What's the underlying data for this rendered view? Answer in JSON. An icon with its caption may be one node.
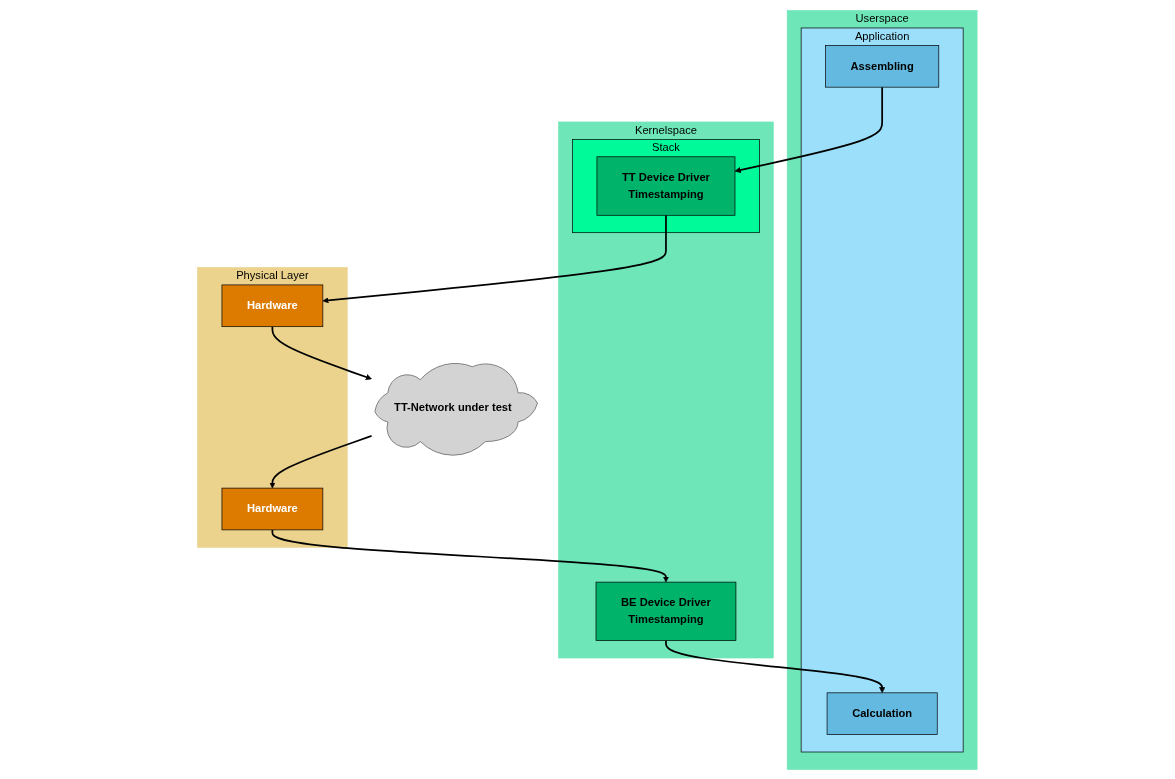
{
  "diagram": {
    "nodes": [
      {
        "text": [
          "Userspace"
        ]
      },
      {
        "text": [
          "Application"
        ],
        "in": 0
      },
      {
        "text": [
          "Assembling"
        ],
        "in": 1
      },
      {
        "text": [
          "Calculation"
        ],
        "in": 1
      },
      {
        "text": [
          "Kernelspace"
        ]
      },
      {
        "text": [
          "Stack"
        ],
        "in": 4
      },
      {
        "text": [
          "TT Device Driver",
          "Timestamping"
        ],
        "in": 5
      },
      {
        "text": [
          "BE Device Driver",
          "Timestamping"
        ],
        "in": 4
      },
      {
        "text": [
          "Physical Layer"
        ]
      },
      {
        "text": [
          "Hardware"
        ],
        "in": 8
      },
      {
        "text": [
          "Hardware"
        ],
        "in": 8
      },
      {
        "text": [
          "TT-Network under test"
        ]
      }
    ],
    "edges": [
      {
        "from": 2,
        "to": 6,
        "arrow": "to"
      },
      {
        "from": 6,
        "to": 9,
        "arrow": "to"
      },
      {
        "from": 9,
        "to": 11,
        "arrow": "to"
      },
      {
        "from": 11,
        "to": 10,
        "arrow": "to"
      },
      {
        "from": 10,
        "to": 7,
        "arrow": "to"
      },
      {
        "from": 7,
        "to": 3,
        "arrow": "to"
      }
    ]
  }
}
